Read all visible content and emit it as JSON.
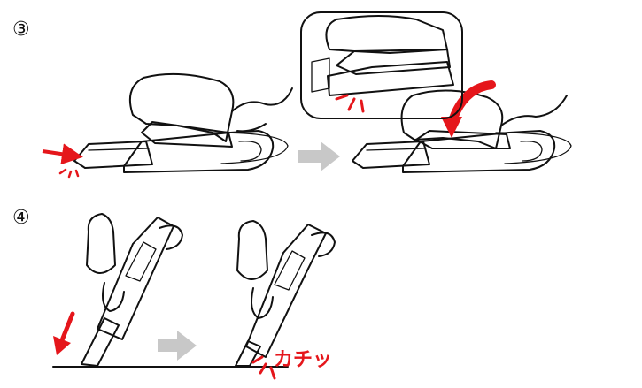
{
  "steps": [
    {
      "number": "③"
    },
    {
      "number": "④"
    }
  ],
  "sound_effect": "カチッ",
  "colors": {
    "handle_yellow": "#f2c30b",
    "grip_black": "#1c1c1c",
    "accent_red": "#e5161b",
    "arrow_gray": "#c8c8c8",
    "outline": "#111111"
  }
}
